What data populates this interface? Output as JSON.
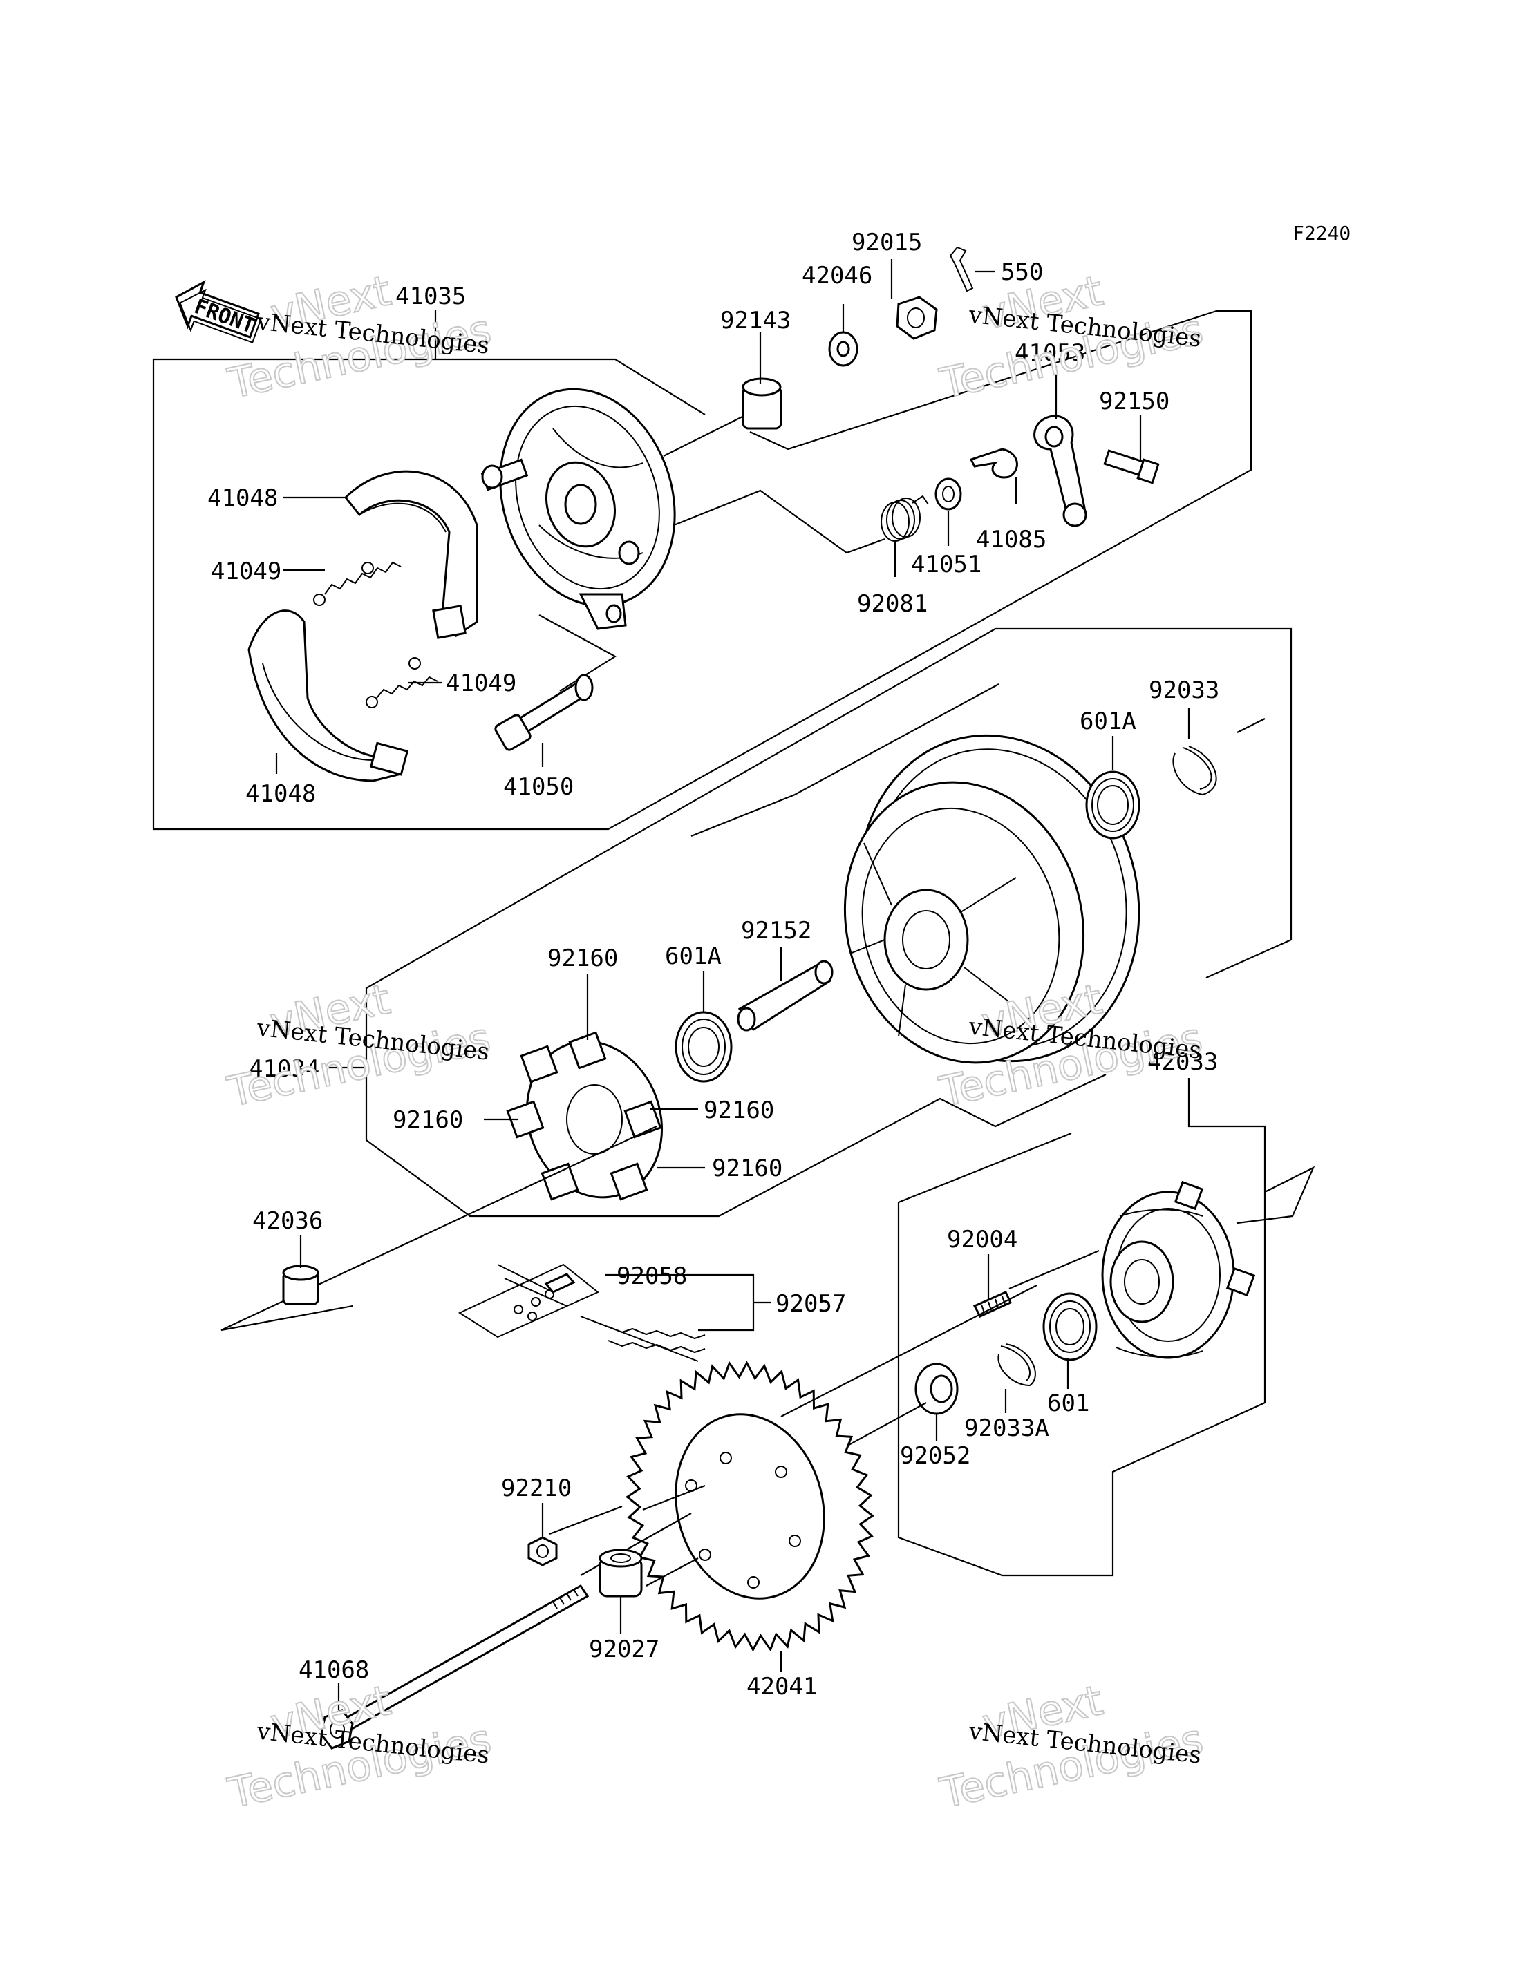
{
  "figure_code": "F2240",
  "front_label": "FRONT",
  "watermark": {
    "line1": "vNext Technologies",
    "line2": "vNext",
    "line3": "Technologies"
  },
  "labels": [
    {
      "id": "41035",
      "text": "41035"
    },
    {
      "id": "92015",
      "text": "92015"
    },
    {
      "id": "550",
      "text": "550"
    },
    {
      "id": "42046",
      "text": "42046"
    },
    {
      "id": "92143",
      "text": "92143"
    },
    {
      "id": "41053",
      "text": "41053"
    },
    {
      "id": "92150",
      "text": "92150"
    },
    {
      "id": "41048a",
      "text": "41048"
    },
    {
      "id": "41049a",
      "text": "41049"
    },
    {
      "id": "41085",
      "text": "41085"
    },
    {
      "id": "41051",
      "text": "41051"
    },
    {
      "id": "92081",
      "text": "92081"
    },
    {
      "id": "41049b",
      "text": "41049"
    },
    {
      "id": "41050",
      "text": "41050"
    },
    {
      "id": "41048b",
      "text": "41048"
    },
    {
      "id": "92033",
      "text": "92033"
    },
    {
      "id": "601Aa",
      "text": "601A"
    },
    {
      "id": "92152",
      "text": "92152"
    },
    {
      "id": "601Ab",
      "text": "601A"
    },
    {
      "id": "92160a",
      "text": "92160"
    },
    {
      "id": "41034",
      "text": "41034"
    },
    {
      "id": "42033",
      "text": "42033"
    },
    {
      "id": "92160b",
      "text": "92160"
    },
    {
      "id": "92160c",
      "text": "92160"
    },
    {
      "id": "92160d",
      "text": "92160"
    },
    {
      "id": "42036",
      "text": "42036"
    },
    {
      "id": "92004",
      "text": "92004"
    },
    {
      "id": "92058",
      "text": "92058"
    },
    {
      "id": "92057",
      "text": "92057"
    },
    {
      "id": "601",
      "text": "601"
    },
    {
      "id": "92033A",
      "text": "92033A"
    },
    {
      "id": "92052",
      "text": "92052"
    },
    {
      "id": "92210",
      "text": "92210"
    },
    {
      "id": "92027",
      "text": "92027"
    },
    {
      "id": "42041",
      "text": "42041"
    },
    {
      "id": "41068",
      "text": "41068"
    }
  ]
}
